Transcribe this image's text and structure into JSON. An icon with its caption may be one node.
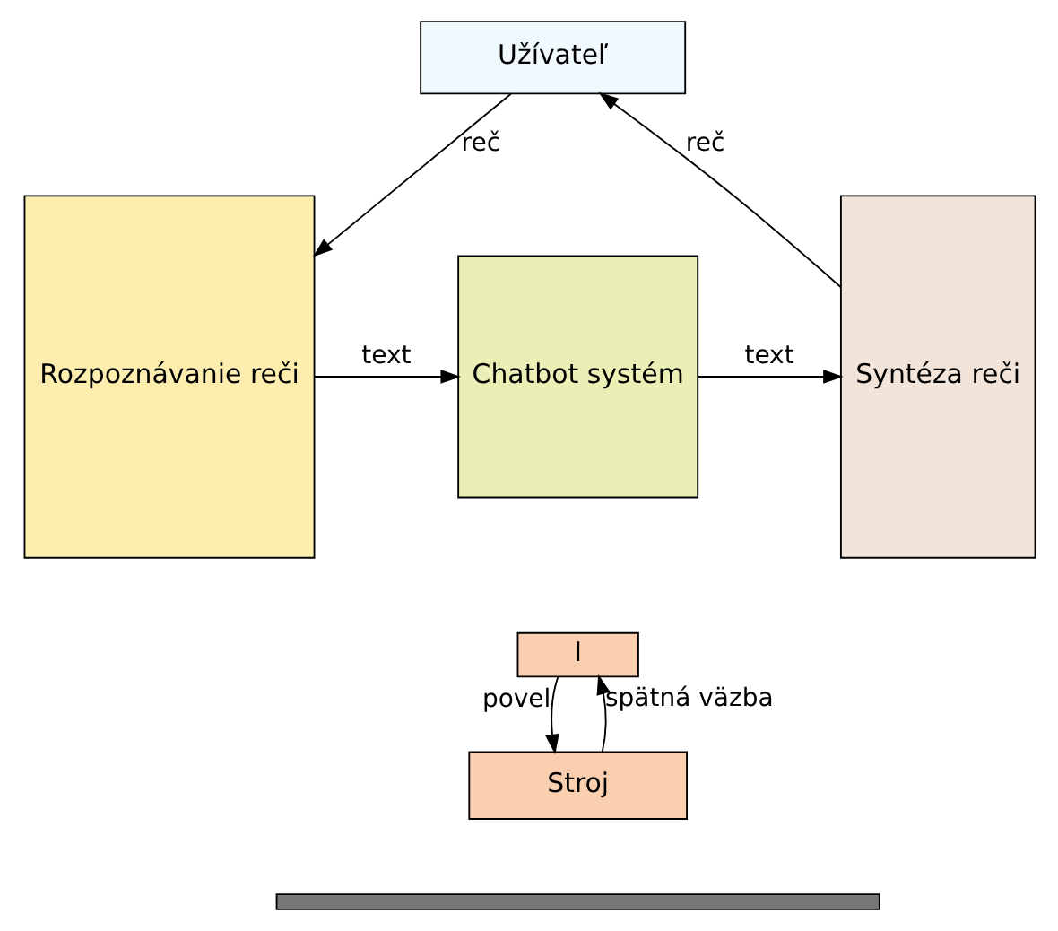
{
  "diagram": {
    "nodes": [
      {
        "text": [
          "Užívateľ"
        ]
      },
      {
        "text": [
          "Rozpoznávanie reči"
        ]
      },
      {
        "text": [
          "Chatbot systém"
        ]
      },
      {
        "text": [
          "I"
        ]
      },
      {
        "text": [
          "Syntéza reči"
        ]
      },
      {
        "text": [
          "Stroj"
        ]
      },
      {
        "text": [],
        "shape": "bar"
      }
    ],
    "edges": [
      {
        "from": 0,
        "to": 1,
        "arrow": "to",
        "label": "reč"
      },
      {
        "from": 1,
        "to": 2,
        "arrow": "to",
        "label": "text"
      },
      {
        "from": 2,
        "to": 4,
        "arrow": "to",
        "label": "text"
      },
      {
        "from": 4,
        "to": 0,
        "arrow": "to",
        "label": "reč"
      },
      {
        "from": 3,
        "to": 5,
        "arrow": "to",
        "label": "povel"
      },
      {
        "from": 5,
        "to": 3,
        "arrow": "to",
        "label": "spätná väzba"
      }
    ]
  }
}
